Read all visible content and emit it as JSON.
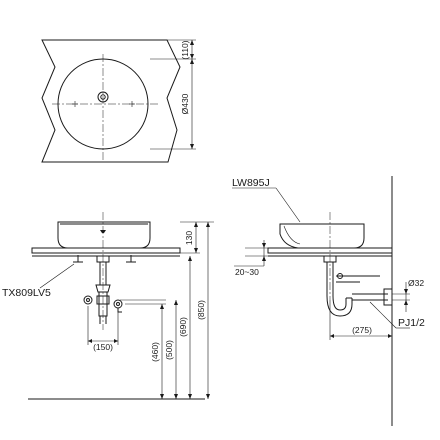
{
  "labels": {
    "basin_model": "LW895J",
    "waste_model": "TX809LV5",
    "trap_model": "PJ1/2"
  },
  "dimensions": {
    "top_110": "(110)",
    "diameter_430": "Ø430",
    "height_130": "130",
    "height_850": "(850)",
    "height_690": "(690)",
    "height_500": "(500)",
    "height_460": "(460)",
    "spacing_150": "(150)",
    "range_20_30": "20~30",
    "diameter_32": "Ø32",
    "depth_275": "(275)"
  }
}
